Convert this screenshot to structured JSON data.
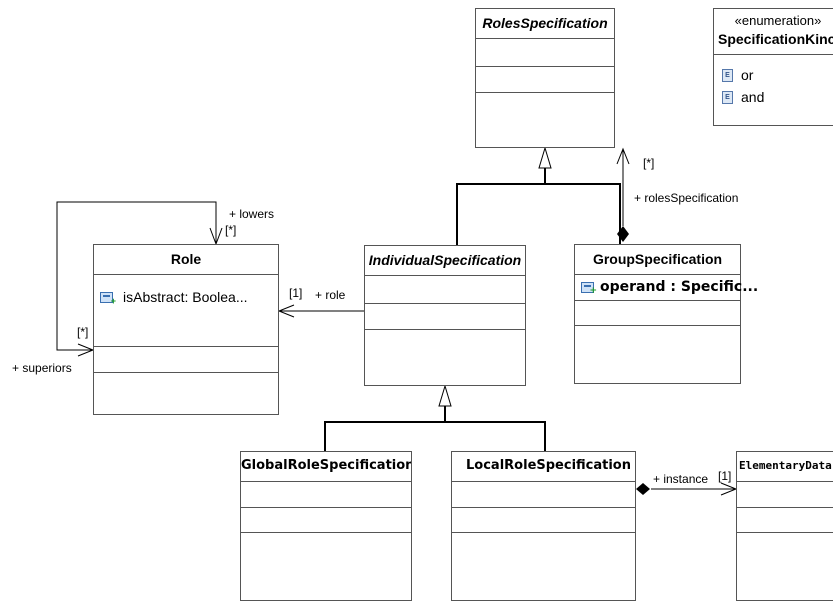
{
  "classes": {
    "roles_specification": {
      "name": "RolesSpecification"
    },
    "specification_kind": {
      "stereotype": "«enumeration»",
      "name": "SpecificationKinc",
      "literals": [
        "or",
        "and"
      ]
    },
    "role": {
      "name": "Role",
      "attribute": "isAbstract: Boolea..."
    },
    "individual_specification": {
      "name": "IndividualSpecification"
    },
    "group_specification": {
      "name": "GroupSpecification",
      "attribute": "operand : Specific..."
    },
    "global_role_specification": {
      "name": "GlobalRoleSpecification"
    },
    "local_role_specification": {
      "name": "LocalRoleSpecification"
    },
    "elementary_data": {
      "name": "ElementaryData"
    }
  },
  "associations": {
    "lowers": {
      "label": "+ lowers",
      "mult": "[*]"
    },
    "superiors": {
      "label": "+ superiors",
      "mult": "[*]"
    },
    "role": {
      "label": "+ role",
      "mult": "[1]"
    },
    "roles_specification": {
      "label": "+ rolesSpecification",
      "mult": "[*]"
    },
    "instance": {
      "label": "+ instance",
      "mult": "[1]"
    }
  },
  "colors": {
    "border": "#555555",
    "line": "#000000",
    "attr_icon": "#3a6fb0"
  }
}
